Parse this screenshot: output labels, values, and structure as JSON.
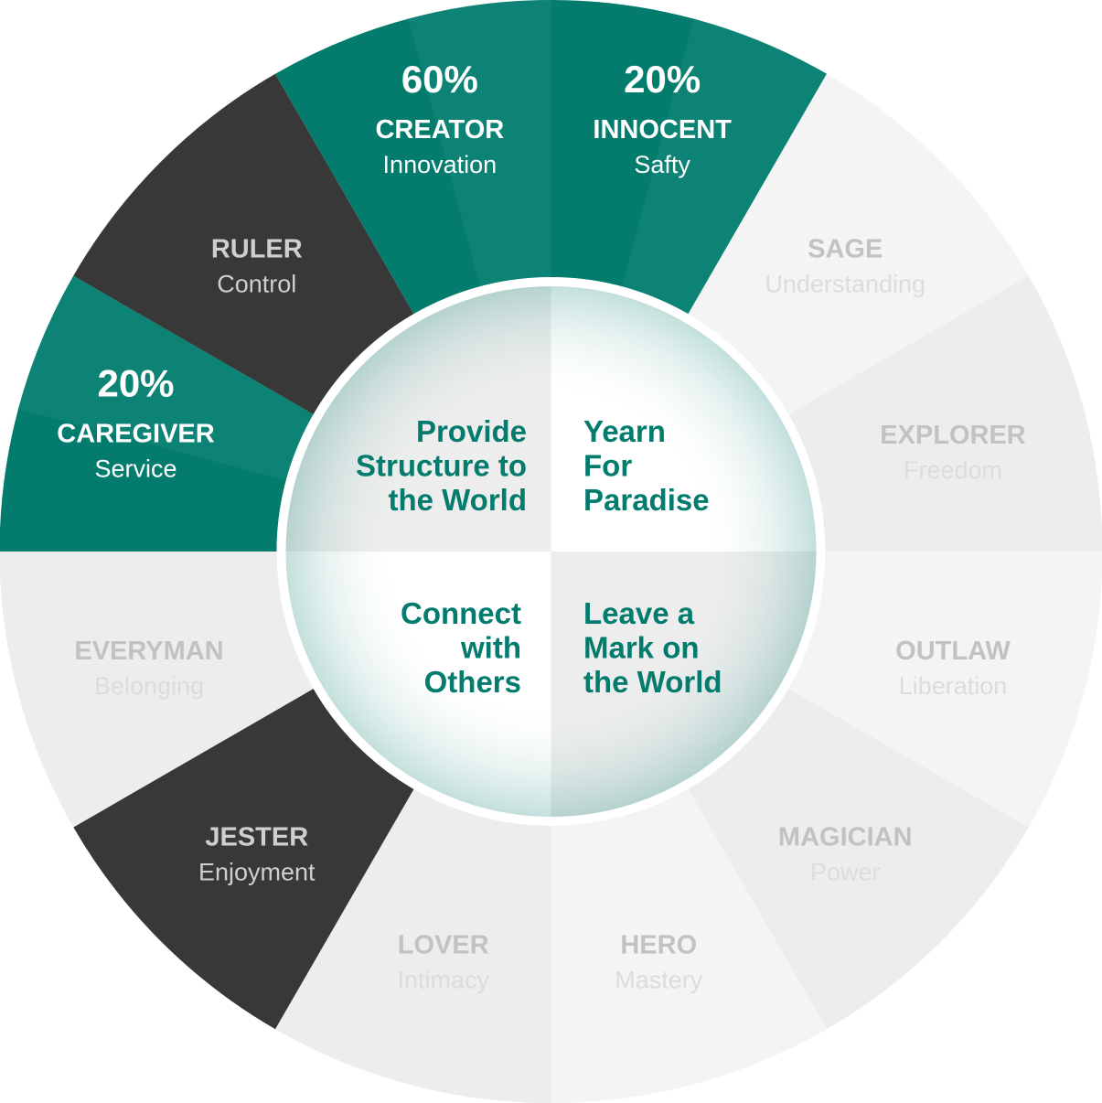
{
  "colors": {
    "teal": "#037c6e",
    "teal_light": "#1b8b7e",
    "dark": "#383838",
    "light_gray": "#ededed",
    "lighter_gray": "#f4f4f4",
    "muted_text": "#c2c2c2",
    "faint_text": "#dcdcdc",
    "white": "#ffffff"
  },
  "archetypes": [
    {
      "name": "INNOCENT",
      "trait": "Safty",
      "percent": "20%",
      "style": "teal"
    },
    {
      "name": "SAGE",
      "trait": "Understanding",
      "percent": "",
      "style": "lighter"
    },
    {
      "name": "EXPLORER",
      "trait": "Freedom",
      "percent": "",
      "style": "light"
    },
    {
      "name": "OUTLAW",
      "trait": "Liberation",
      "percent": "",
      "style": "lighter"
    },
    {
      "name": "MAGICIAN",
      "trait": "Power",
      "percent": "",
      "style": "light"
    },
    {
      "name": "HERO",
      "trait": "Mastery",
      "percent": "",
      "style": "lighter"
    },
    {
      "name": "LOVER",
      "trait": "Intimacy",
      "percent": "",
      "style": "light"
    },
    {
      "name": "JESTER",
      "trait": "Enjoyment",
      "percent": "",
      "style": "dark"
    },
    {
      "name": "EVERYMAN",
      "trait": "Belonging",
      "percent": "",
      "style": "light"
    },
    {
      "name": "CAREGIVER",
      "trait": "Service",
      "percent": "20%",
      "style": "teal"
    },
    {
      "name": "RULER",
      "trait": "Control",
      "percent": "",
      "style": "dark"
    },
    {
      "name": "CREATOR",
      "trait": "Innovation",
      "percent": "60%",
      "style": "teal"
    }
  ],
  "goals": {
    "top_right": [
      "Yearn",
      "For",
      "Paradise"
    ],
    "bottom_right": [
      "Leave a",
      "Mark on",
      "the World"
    ],
    "bottom_left": [
      "Connect",
      "with",
      "Others"
    ],
    "top_left": [
      "Provide",
      "Structure to",
      "the World"
    ]
  }
}
